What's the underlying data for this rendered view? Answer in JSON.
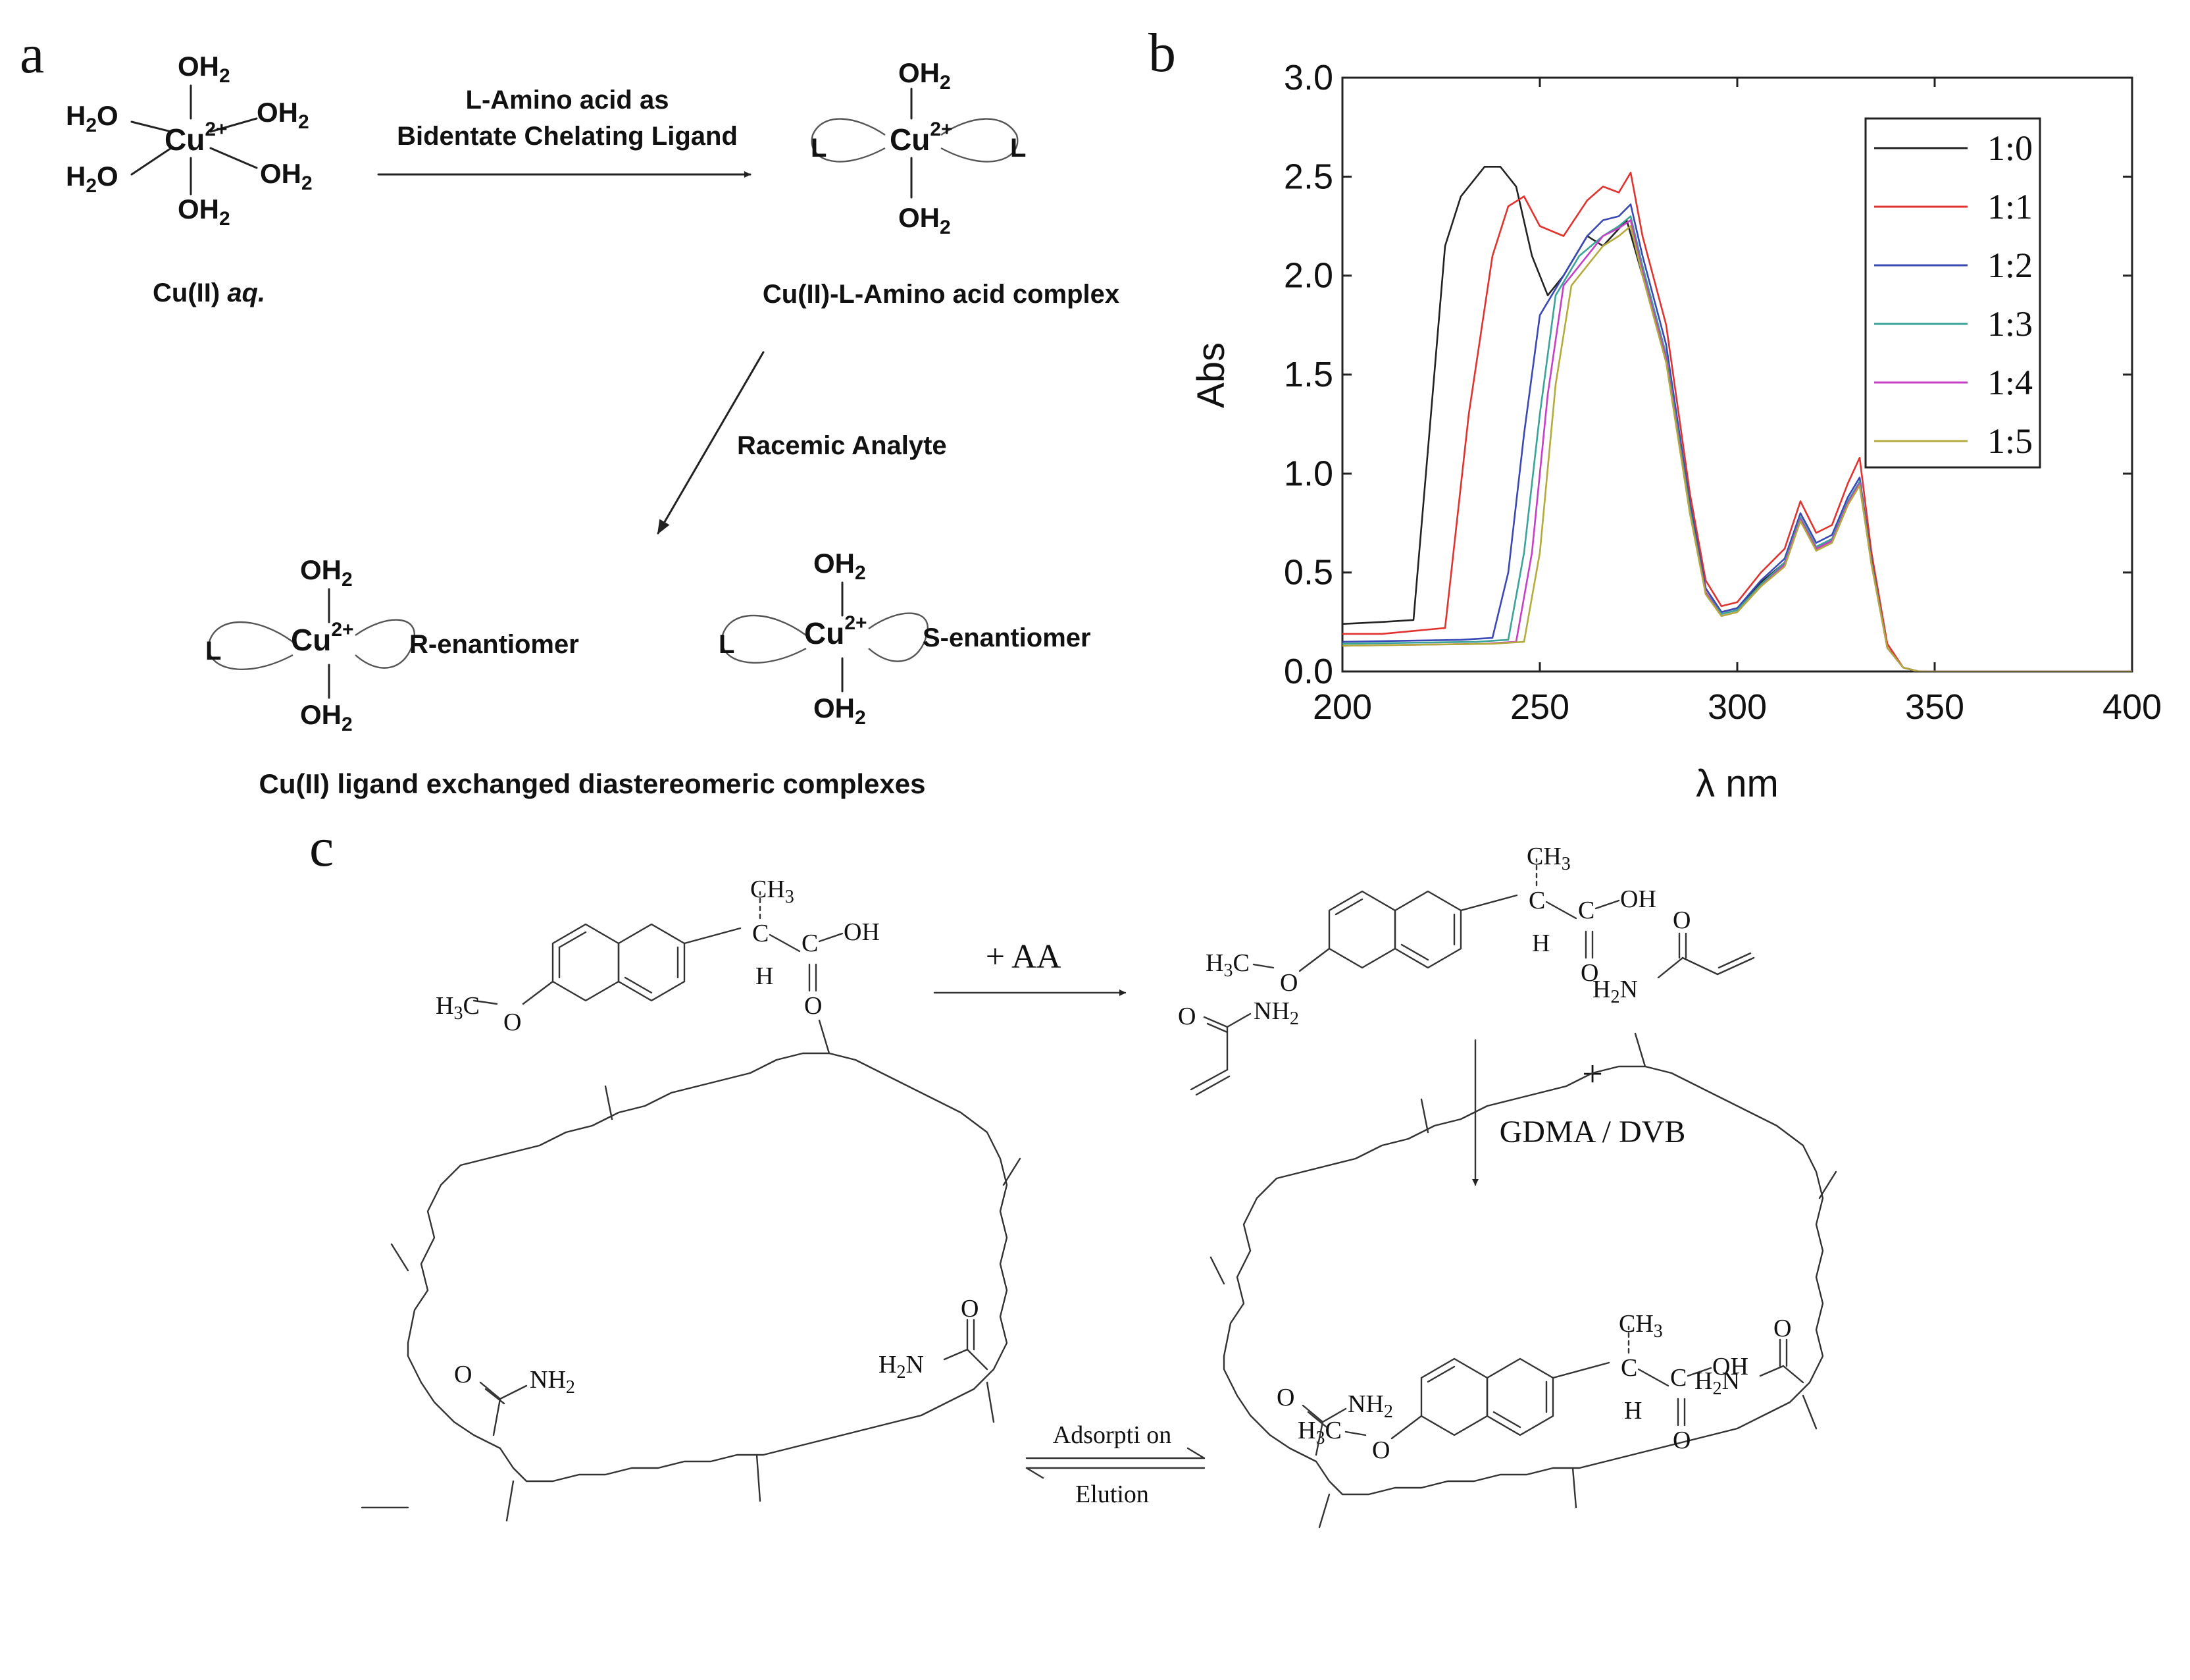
{
  "panel_a": {
    "label": "a",
    "cu_aq_caption_main": "Cu(II) ",
    "cu_aq_caption_italic": "aq.",
    "arrow_label_line1": "L-Amino acid as",
    "arrow_label_line2": "Bidentate Chelating Ligand",
    "complex_caption": "Cu(II)-L-Amino acid complex",
    "racemic_label": "Racemic Analyte",
    "r_label": "R-enantiomer",
    "s_label": "S-enantiomer",
    "bottom_caption": "Cu(II) ligand exchanged diastereomeric complexes",
    "cu": "Cu",
    "charge": "2+",
    "ligand": "L",
    "oh2": "OH",
    "h2o": "H",
    "sub2": "2",
    "o": "O"
  },
  "panel_b": {
    "label": "b",
    "chart_data": {
      "type": "line",
      "xlabel": "λ  nm",
      "ylabel": "Abs",
      "xlim": [
        200,
        400
      ],
      "ylim": [
        0,
        3.0
      ],
      "xticks": [
        "200",
        "250",
        "300",
        "350",
        "400"
      ],
      "yticks": [
        "0.0",
        "0.5",
        "1.0",
        "1.5",
        "2.0",
        "2.5",
        "3.0"
      ],
      "legend_position": "top-right",
      "series": [
        {
          "name": "1:0",
          "color": "#222222",
          "x": [
            200,
            210,
            218,
            222,
            226,
            230,
            236,
            240,
            244,
            248,
            252,
            256,
            262,
            266,
            272,
            276,
            282,
            288,
            292,
            296,
            300,
            306,
            312,
            316,
            320,
            324,
            328,
            331,
            334,
            338,
            342,
            346,
            350,
            360,
            400
          ],
          "y": [
            0.24,
            0.25,
            0.26,
            1.2,
            2.15,
            2.4,
            2.55,
            2.55,
            2.45,
            2.1,
            1.9,
            2.0,
            2.2,
            2.15,
            2.28,
            2.0,
            1.6,
            0.85,
            0.42,
            0.3,
            0.32,
            0.45,
            0.55,
            0.76,
            0.62,
            0.66,
            0.85,
            0.94,
            0.55,
            0.12,
            0.02,
            0.0,
            0.0,
            0.0,
            0.0
          ]
        },
        {
          "name": "1:1",
          "color": "#e0332f",
          "x": [
            200,
            210,
            226,
            232,
            238,
            242,
            246,
            250,
            256,
            262,
            266,
            270,
            273,
            276,
            282,
            288,
            292,
            296,
            300,
            306,
            312,
            316,
            320,
            324,
            328,
            331,
            334,
            338,
            342,
            346,
            350,
            360,
            400
          ],
          "y": [
            0.19,
            0.19,
            0.22,
            1.3,
            2.1,
            2.35,
            2.4,
            2.25,
            2.2,
            2.38,
            2.45,
            2.42,
            2.52,
            2.2,
            1.75,
            0.9,
            0.46,
            0.33,
            0.35,
            0.5,
            0.62,
            0.86,
            0.7,
            0.74,
            0.95,
            1.08,
            0.6,
            0.14,
            0.02,
            0.0,
            0.0,
            0.0,
            0.0
          ]
        },
        {
          "name": "1:2",
          "color": "#3a48b5",
          "x": [
            200,
            230,
            238,
            242,
            246,
            250,
            256,
            262,
            266,
            270,
            273,
            276,
            282,
            288,
            292,
            296,
            300,
            306,
            312,
            316,
            320,
            324,
            328,
            331,
            334,
            338,
            342,
            346,
            350,
            360,
            400
          ],
          "y": [
            0.15,
            0.16,
            0.17,
            0.5,
            1.2,
            1.8,
            2.0,
            2.2,
            2.28,
            2.3,
            2.36,
            2.1,
            1.65,
            0.85,
            0.42,
            0.3,
            0.32,
            0.46,
            0.57,
            0.8,
            0.65,
            0.69,
            0.88,
            0.98,
            0.56,
            0.12,
            0.02,
            0.0,
            0.0,
            0.0,
            0.0
          ]
        },
        {
          "name": "1:3",
          "color": "#3aa39a",
          "x": [
            200,
            234,
            242,
            246,
            250,
            254,
            260,
            266,
            270,
            273,
            276,
            282,
            288,
            292,
            296,
            300,
            306,
            312,
            316,
            320,
            324,
            328,
            331,
            334,
            338,
            342,
            346,
            350,
            360,
            400
          ],
          "y": [
            0.14,
            0.15,
            0.16,
            0.6,
            1.3,
            1.9,
            2.1,
            2.2,
            2.25,
            2.3,
            2.05,
            1.6,
            0.82,
            0.4,
            0.29,
            0.31,
            0.44,
            0.55,
            0.78,
            0.63,
            0.67,
            0.86,
            0.96,
            0.55,
            0.12,
            0.02,
            0.0,
            0.0,
            0.0,
            0.0
          ]
        },
        {
          "name": "1:4",
          "color": "#c63fc6",
          "x": [
            200,
            236,
            244,
            248,
            252,
            256,
            262,
            266,
            270,
            273,
            276,
            282,
            288,
            292,
            296,
            300,
            306,
            312,
            316,
            320,
            324,
            328,
            331,
            334,
            338,
            342,
            346,
            350,
            360,
            400
          ],
          "y": [
            0.13,
            0.14,
            0.15,
            0.6,
            1.4,
            1.95,
            2.1,
            2.2,
            2.24,
            2.28,
            2.02,
            1.58,
            0.8,
            0.4,
            0.28,
            0.3,
            0.43,
            0.54,
            0.77,
            0.62,
            0.66,
            0.85,
            0.95,
            0.54,
            0.12,
            0.02,
            0.0,
            0.0,
            0.0,
            0.0
          ]
        },
        {
          "name": "1:5",
          "color": "#b5aa3c",
          "x": [
            200,
            238,
            246,
            250,
            254,
            258,
            262,
            266,
            270,
            273,
            276,
            282,
            288,
            292,
            296,
            300,
            306,
            312,
            316,
            320,
            324,
            328,
            331,
            334,
            338,
            342,
            346,
            350,
            360,
            400
          ],
          "y": [
            0.13,
            0.14,
            0.15,
            0.6,
            1.45,
            1.95,
            2.05,
            2.15,
            2.2,
            2.25,
            2.0,
            1.56,
            0.8,
            0.39,
            0.28,
            0.3,
            0.43,
            0.53,
            0.76,
            0.61,
            0.65,
            0.84,
            0.94,
            0.54,
            0.12,
            0.02,
            0.0,
            0.0,
            0.0,
            0.0
          ]
        }
      ]
    }
  },
  "panel_c": {
    "label": "c",
    "ch3": "CH",
    "sub3": "3",
    "c": "C",
    "h": "H",
    "oh": "OH",
    "o": "O",
    "h3c": "H",
    "nh": "NH",
    "sub2": "2",
    "h2n_h": "H",
    "h2n_n": "N",
    "plus_aa": "+ AA",
    "plus": "+",
    "crosslinker": "GDMA / DVB",
    "adsorption": "Adsorpti on",
    "elution": "Elution"
  }
}
